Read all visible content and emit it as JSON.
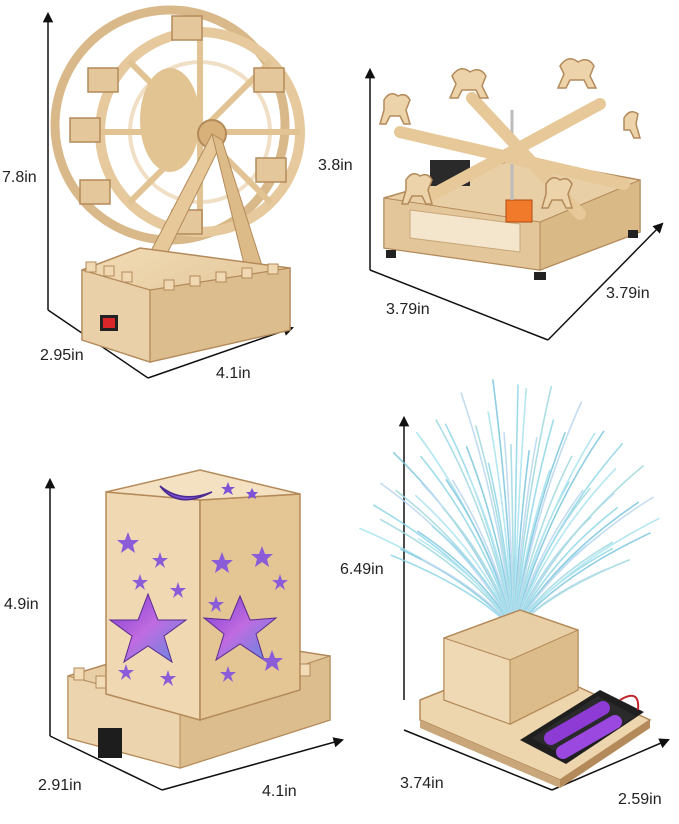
{
  "products": [
    {
      "id": "ferris-wheel",
      "dimensions": {
        "height": "7.8in",
        "depth": "2.95in",
        "width": "4.1in"
      }
    },
    {
      "id": "carousel",
      "dimensions": {
        "height": "3.8in",
        "width": "3.79in",
        "depth": "3.79in"
      }
    },
    {
      "id": "star-lamp",
      "dimensions": {
        "height": "4.9in",
        "depth": "2.91in",
        "width": "4.1in"
      }
    },
    {
      "id": "fiber-optic-lamp",
      "dimensions": {
        "height": "6.49in",
        "width": "3.74in",
        "depth": "2.59in"
      }
    }
  ],
  "colors": {
    "wood": "#e9cfa6",
    "wood_dark": "#c9a77a",
    "wood_edge": "#b48a5a",
    "arrow": "#111111",
    "battery": "#8e3bd6",
    "fiber": "#8fd6e8",
    "star_glow": "#a45bd8",
    "switch_red": "#d8262b"
  }
}
